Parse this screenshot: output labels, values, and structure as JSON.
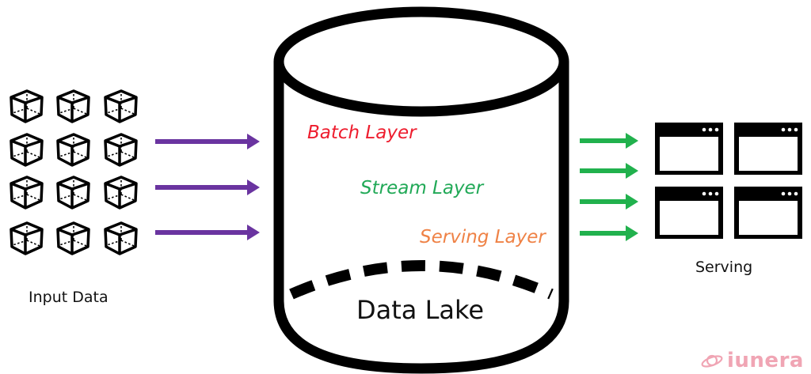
{
  "diagram": {
    "input": {
      "label": "Input Data",
      "cube_rows": 4,
      "cube_cols": 3
    },
    "input_arrows": {
      "count": 3,
      "color": "#6a34a0"
    },
    "data_lake": {
      "label": "Data Lake",
      "layers": [
        {
          "label": "Batch Layer",
          "color": "#ee1d2e"
        },
        {
          "label": "Stream Layer",
          "color": "#21a957"
        },
        {
          "label": "Serving Layer",
          "color": "#ef8246"
        }
      ]
    },
    "output_arrows": {
      "count": 4,
      "color": "#21b14d"
    },
    "serving": {
      "label": "Serving",
      "window_rows": 2,
      "window_cols": 2
    },
    "brand": {
      "name": "iunera",
      "color": "#f0a5b4"
    }
  }
}
